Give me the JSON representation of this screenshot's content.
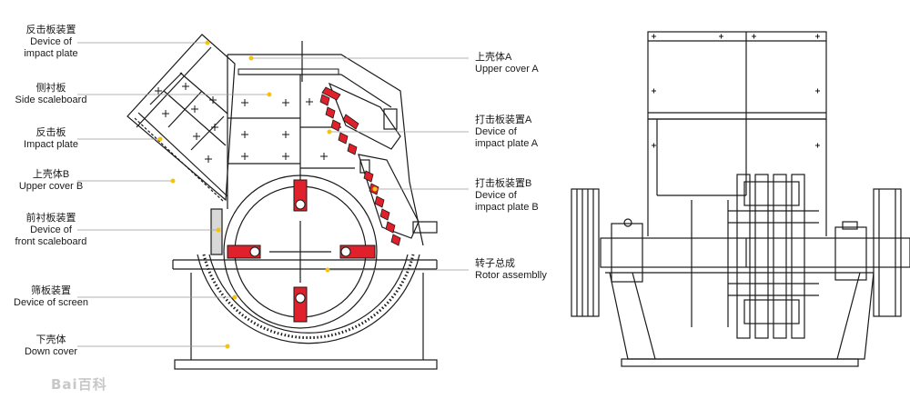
{
  "labels_left": [
    {
      "zh": "反击板装置",
      "en1": "Device of",
      "en2": "impact plate"
    },
    {
      "zh": "侧衬板",
      "en1": "Side scaleboard",
      "en2": ""
    },
    {
      "zh": "反击板",
      "en1": "Impact plate",
      "en2": ""
    },
    {
      "zh": "上壳体B",
      "en1": "Upper cover B",
      "en2": ""
    },
    {
      "zh": "前衬板装置",
      "en1": "Device of",
      "en2": "front scaleboard"
    },
    {
      "zh": "筛板装置",
      "en1": "Device of screen",
      "en2": ""
    },
    {
      "zh": "下壳体",
      "en1": "Down cover",
      "en2": ""
    }
  ],
  "labels_right": [
    {
      "zh": "上壳体A",
      "en1": "Upper cover A",
      "en2": ""
    },
    {
      "zh": "打击板装置A",
      "en1": "Device of",
      "en2": "impact plate A"
    },
    {
      "zh": "打击板装置B",
      "en1": "Device of",
      "en2": "impact plate B"
    },
    {
      "zh": "转子总成",
      "en1": "Rotor assemblly",
      "en2": ""
    }
  ],
  "watermark": "Bai百科",
  "colors": {
    "line": "#1a1a1a",
    "hammer": "#e0202a",
    "leader": "#9a9a9a",
    "dot": "#f2c40f"
  }
}
